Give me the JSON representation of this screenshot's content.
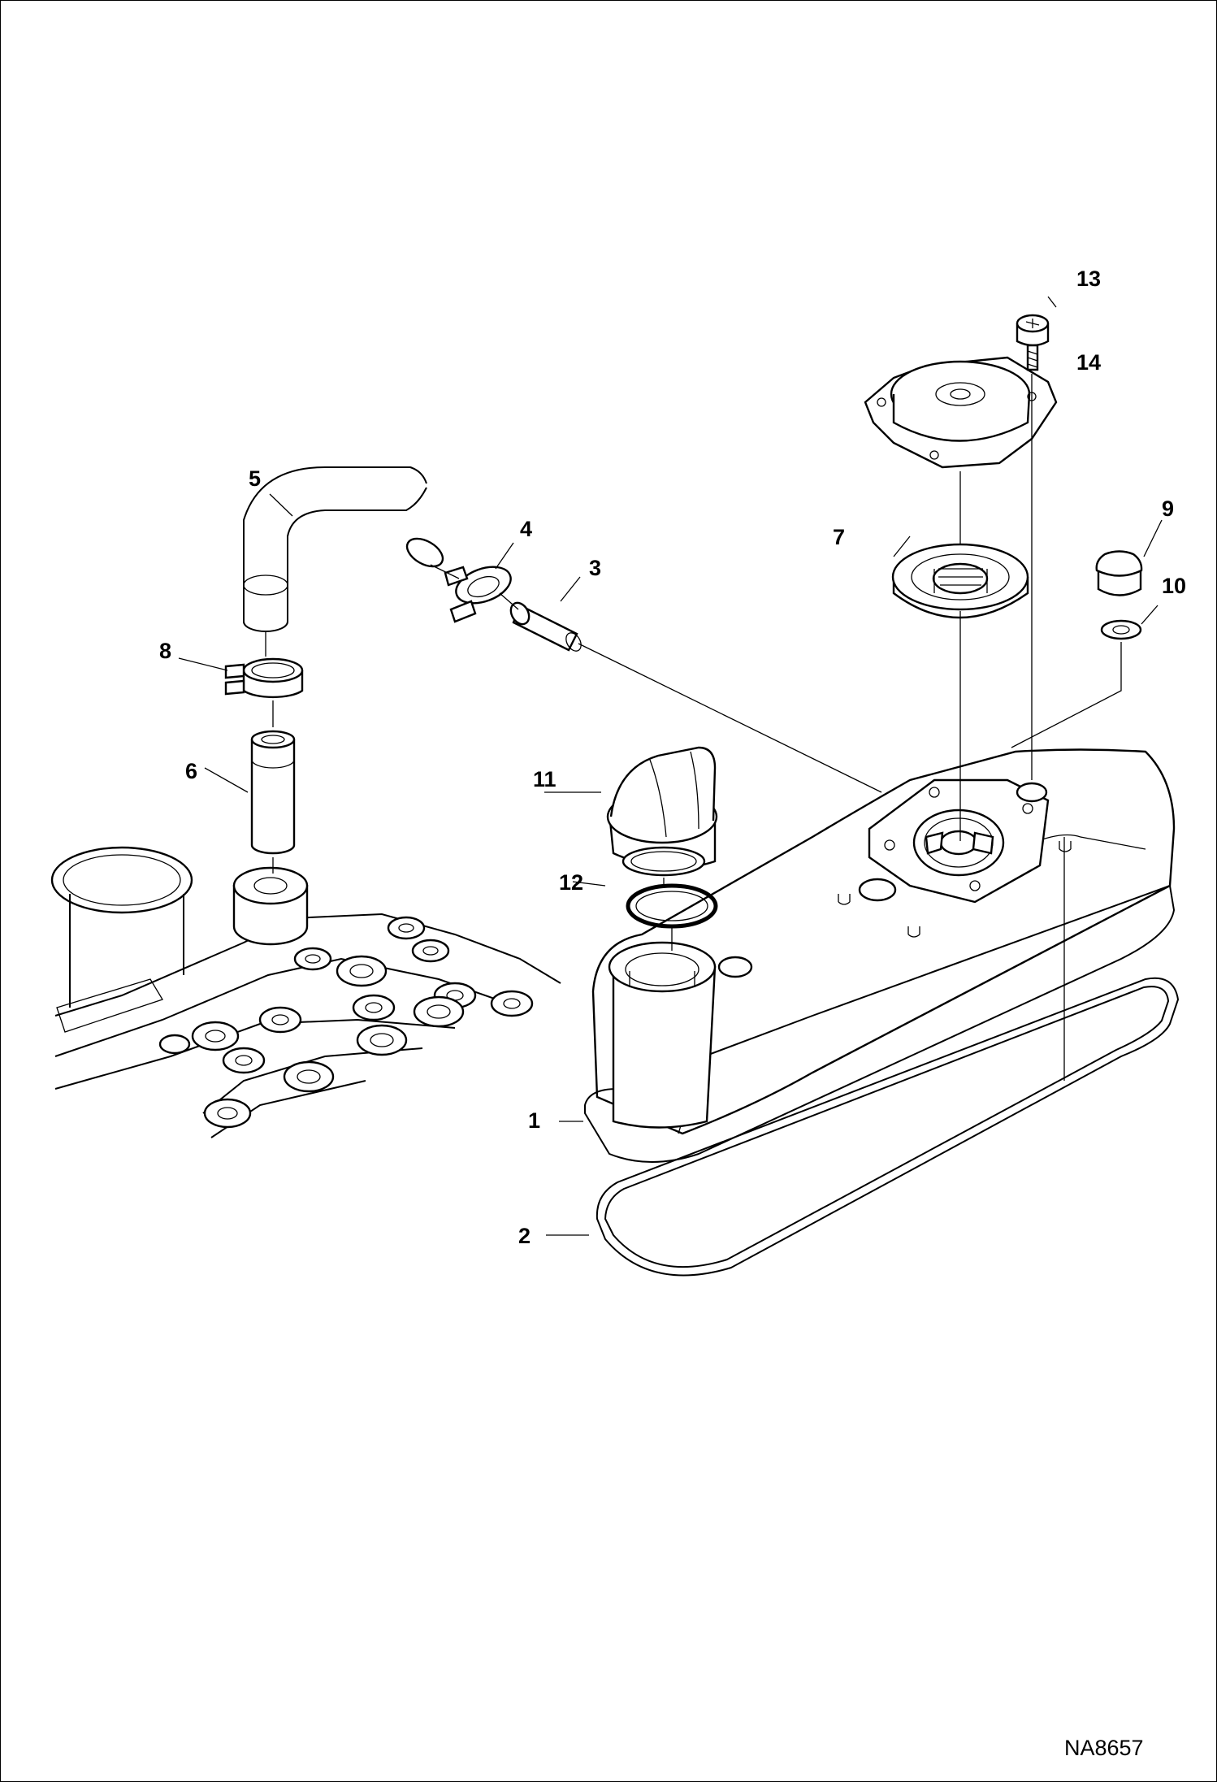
{
  "drawing_code": "NA8657",
  "callouts": [
    "1",
    "2",
    "3",
    "4",
    "5",
    "6",
    "7",
    "8",
    "9",
    "10",
    "11",
    "12",
    "13",
    "14"
  ]
}
